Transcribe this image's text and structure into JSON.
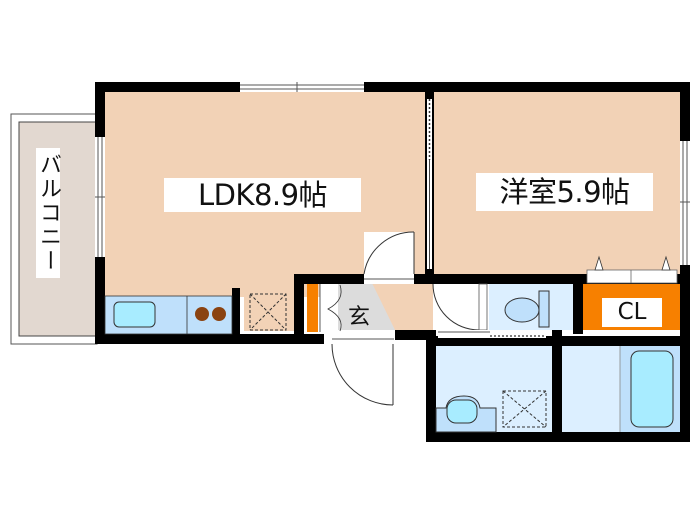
{
  "floor_plan": {
    "rooms": [
      {
        "id": "ldk",
        "label": "LDK8.9帖",
        "type": "LDK",
        "size_jo": 8.9
      },
      {
        "id": "bedroom",
        "label": "洋室5.9帖",
        "type": "Western-style room",
        "size_jo": 5.9
      },
      {
        "id": "closet",
        "label": "CL",
        "type": "Closet"
      },
      {
        "id": "genkan",
        "label": "玄",
        "type": "Entrance"
      },
      {
        "id": "balcony",
        "label": "バルコニー",
        "type": "Balcony"
      },
      {
        "id": "toilet",
        "label": "",
        "type": "Toilet"
      },
      {
        "id": "washroom",
        "label": "",
        "type": "Washroom"
      },
      {
        "id": "bathroom",
        "label": "",
        "type": "Bathroom"
      }
    ],
    "fixtures": [
      "kitchen-sink",
      "stove-2-burner",
      "refrigerator-space",
      "washing-machine-space",
      "shoe-cabinet",
      "toilet",
      "wash-basin",
      "bathtub"
    ],
    "colors": {
      "wall": "#000000",
      "room_floor": "#f2d2b6",
      "balcony_floor": "#e2d8d0",
      "wet_area": "#dcefff",
      "fixture_blue": "#bfe0fb",
      "fixture_cyan": "#a8ecff",
      "closet": "#f78000",
      "genkan_floor": "#dcdcdc",
      "burner": "#8a4311",
      "label_bg": "#ffffff"
    }
  }
}
